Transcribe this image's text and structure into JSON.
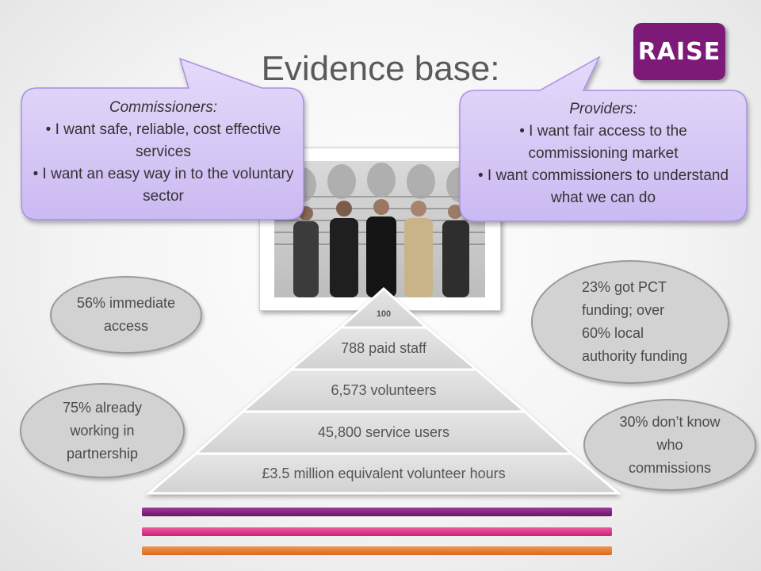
{
  "slide": {
    "title": "Evidence base:",
    "logo_text": "RAISE"
  },
  "commissioners": {
    "heading": "Commissioners:",
    "items": [
      "I want safe, reliable, cost effective services",
      "I want an easy way in to the voluntary sector"
    ]
  },
  "providers": {
    "heading": "Providers:",
    "items": [
      "I want fair access to the commissioning market",
      "I want commissioners to understand what we can do"
    ]
  },
  "pyramid": {
    "levels": [
      "100",
      "788 paid staff",
      "6,573 volunteers",
      "45,800 service users",
      "£3.5 million equivalent volunteer hours"
    ]
  },
  "stats": {
    "immediate_access": "56% immediate access",
    "partnership": "75% already working in partnership",
    "funding": "23% got PCT funding; over 60% local authority funding",
    "dont_know": "30% don’t know who commissions"
  },
  "colors": {
    "brand_purple": "#7d1a78",
    "bubble_fill": "#d7c8f5",
    "bubble_stroke": "#a98ee8",
    "bar_purple": "#7e1f7a",
    "bar_pink": "#d92f86",
    "bar_orange": "#e2782e"
  },
  "icons": [
    "raise-logo",
    "lineup-photo"
  ]
}
